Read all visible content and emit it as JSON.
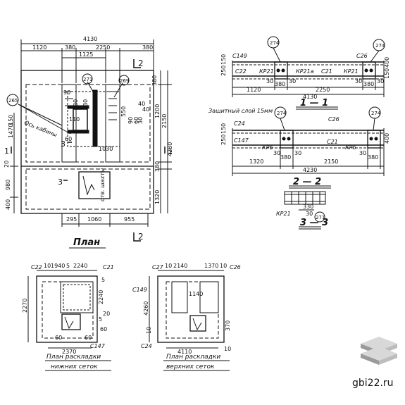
{
  "plan": {
    "title": "План",
    "dims_top": [
      "4130",
      "1120",
      "380",
      "2250",
      "380",
      "1125"
    ],
    "dims_right": [
      "380",
      "1200",
      "2150",
      "4230",
      "380",
      "1320"
    ],
    "dims_bottom": [
      "295",
      "1060",
      "955"
    ],
    "dims_left": [
      "1470",
      "150",
      "20",
      "980",
      "400"
    ],
    "inner_dims": [
      "90",
      "130",
      "110",
      "60",
      "1030",
      "550",
      "40",
      "40",
      "90",
      "60",
      "30",
      "130"
    ],
    "labels": {
      "axis": "Ось кабины",
      "opening": "отв. шахты",
      "circle1": "265",
      "circle2": "271",
      "circle3": "269",
      "sec2": "2",
      "sec1": "1",
      "sec3": "3",
      "sec3b": "3",
      "sec1b": "1",
      "sec2b": "2"
    }
  },
  "section11": {
    "title": "1 — 1",
    "labels": [
      "С149",
      "С26",
      "С22",
      "КР21",
      "КР21а",
      "С21",
      "КР21",
      "274",
      "274"
    ],
    "dims": [
      "1120",
      "380",
      "2250",
      "380",
      "4130",
      "30",
      "30",
      "30",
      "30",
      "150",
      "400"
    ],
    "left_dims": [
      "250",
      "150"
    ]
  },
  "section22": {
    "title": "2 — 2",
    "protect": "Защитный слой 15мм",
    "labels": [
      "С24",
      "С26",
      "С147",
      "КР6",
      "С21",
      "КР6",
      "274",
      "274"
    ],
    "dims": [
      "1320",
      "2150",
      "380",
      "380",
      "4230",
      "30",
      "30",
      "30",
      "400"
    ],
    "left_dims": [
      "250",
      "150"
    ]
  },
  "section33": {
    "title": "3 — 3",
    "labels": [
      "КР21",
      "330",
      "30",
      "271"
    ]
  },
  "lower_plan": {
    "title": "План раскладки",
    "subtitle": "нижних сеток",
    "labels": [
      "С22",
      "С21",
      "С147"
    ],
    "dims": [
      "10",
      "1940",
      "5",
      "2240",
      "5",
      "2240",
      "2270",
      "5",
      "60",
      "60",
      "2370",
      "60",
      "20"
    ]
  },
  "upper_plan": {
    "title": "План раскладки",
    "subtitle": "верхних сеток",
    "labels": [
      "С27",
      "С26",
      "С149",
      "С24"
    ],
    "dims": [
      "10",
      "2140",
      "1370",
      "10",
      "1140",
      "4260",
      "4110",
      "10",
      "370",
      "10"
    ]
  },
  "watermark": "gbi22.ru",
  "colors": {
    "ink": "#111111",
    "paper": "#ffffff",
    "logo_light": "#d8d8d8",
    "logo_dark": "#9a9a9a"
  }
}
